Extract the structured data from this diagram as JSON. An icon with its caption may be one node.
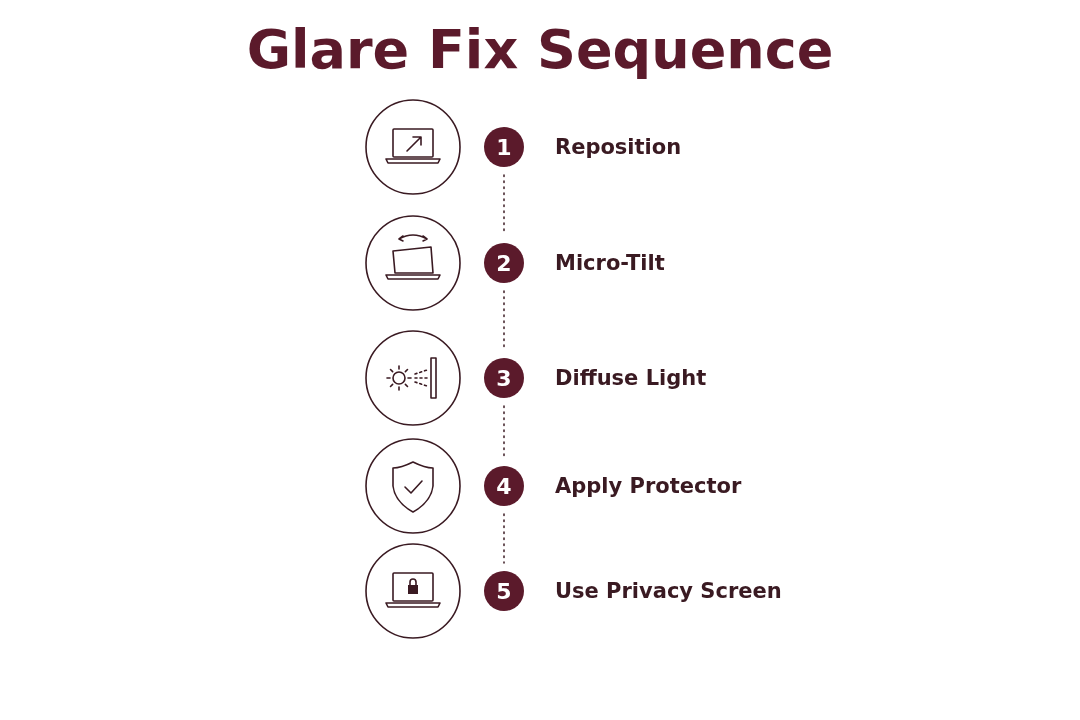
{
  "diagram": {
    "title": "Glare Fix Sequence",
    "nodes": [
      {
        "text": [
          "1"
        ],
        "beside": [
          "Reposition"
        ]
      },
      {
        "text": [
          "2"
        ],
        "beside": [
          "Micro-Tilt"
        ]
      },
      {
        "text": [
          "3"
        ],
        "beside": [
          "Diffuse Light"
        ]
      },
      {
        "text": [
          "4"
        ],
        "beside": [
          "Apply Protector"
        ]
      },
      {
        "text": [
          "5"
        ],
        "beside": [
          "Use Privacy Screen"
        ]
      }
    ],
    "edges": [
      {
        "from": 0,
        "to": 1,
        "arrow": "none",
        "style": "dashed"
      },
      {
        "from": 1,
        "to": 2,
        "arrow": "none",
        "style": "dashed"
      },
      {
        "from": 2,
        "to": 3,
        "arrow": "none",
        "style": "dashed"
      },
      {
        "from": 3,
        "to": 4,
        "arrow": "none",
        "style": "dashed"
      }
    ]
  }
}
